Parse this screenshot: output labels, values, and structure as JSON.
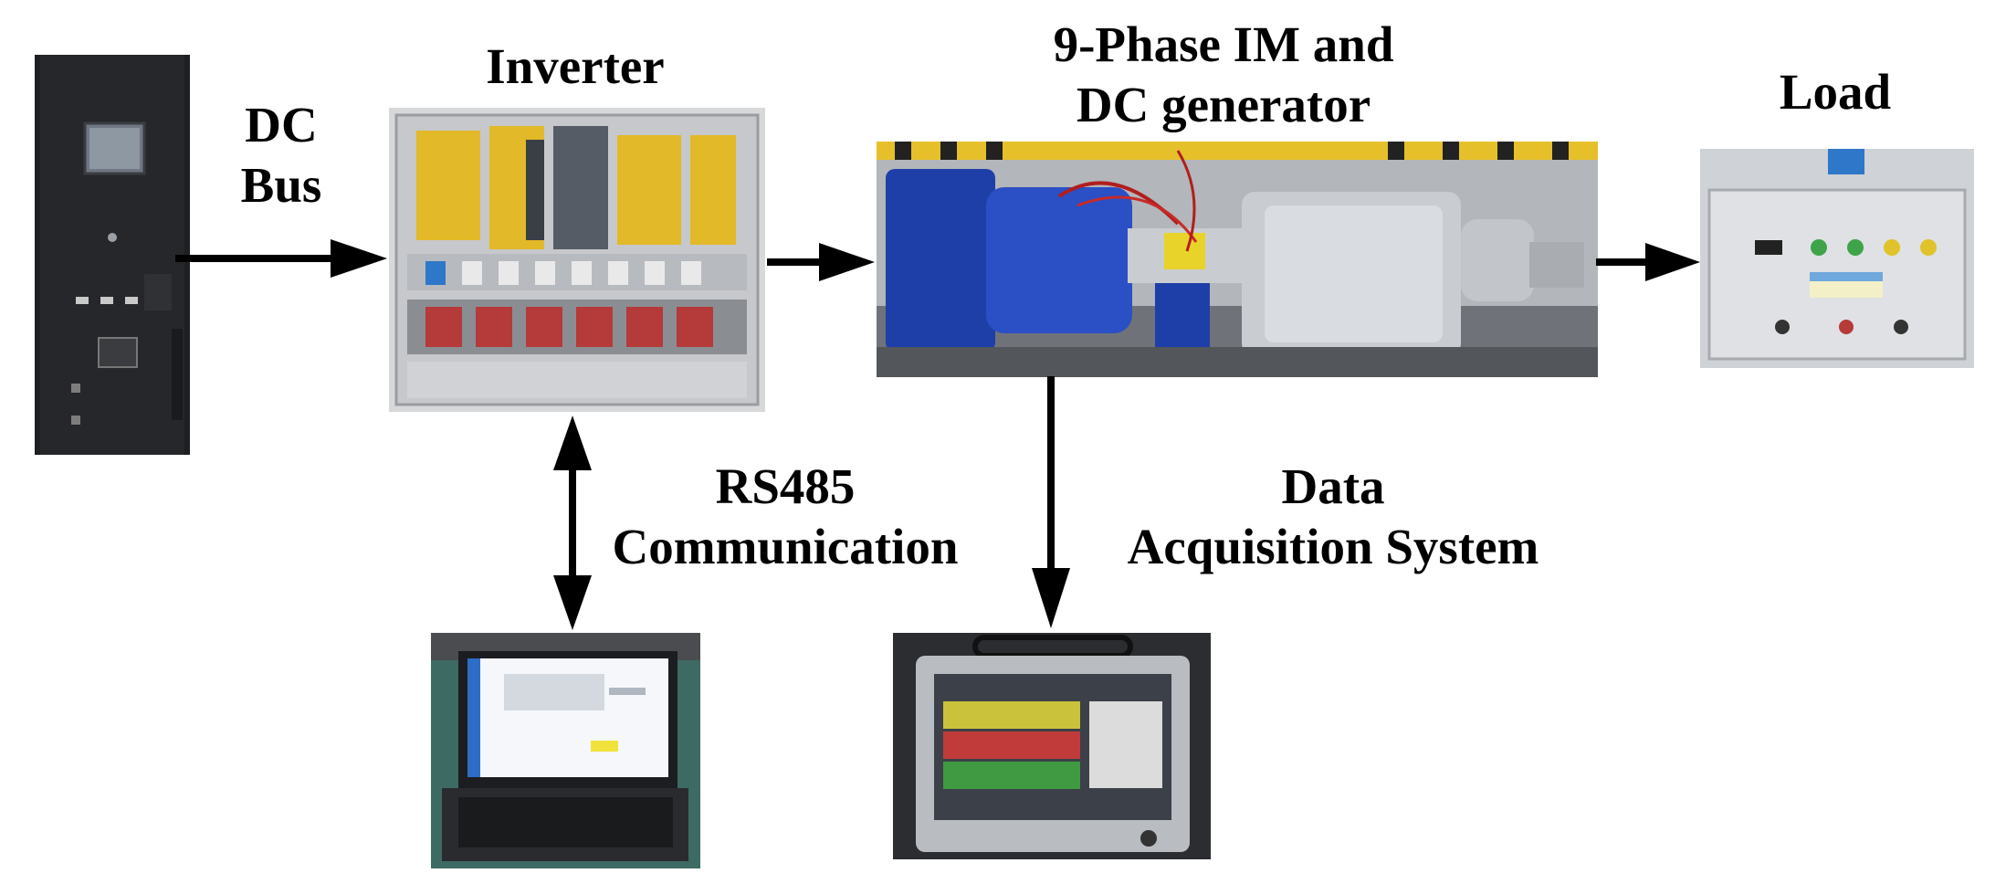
{
  "labels": {
    "dc_bus_line1": "DC",
    "dc_bus_line2": "Bus",
    "inverter": "Inverter",
    "machine_line1": "9-Phase IM and",
    "machine_line2": "DC generator",
    "load": "Load",
    "rs485_line1": "RS485",
    "rs485_line2": "Communication",
    "daq_line1": "Data",
    "daq_line2": "Acquisition System"
  },
  "colors": {
    "arrow": "#000000",
    "text": "#000000",
    "motor_blue": "#1f3fa8",
    "cabinet_yellow": "#e2b928",
    "daq_band_yellow": "#c9c23a",
    "daq_band_red": "#c23b3b",
    "daq_band_green": "#3f9a42"
  }
}
